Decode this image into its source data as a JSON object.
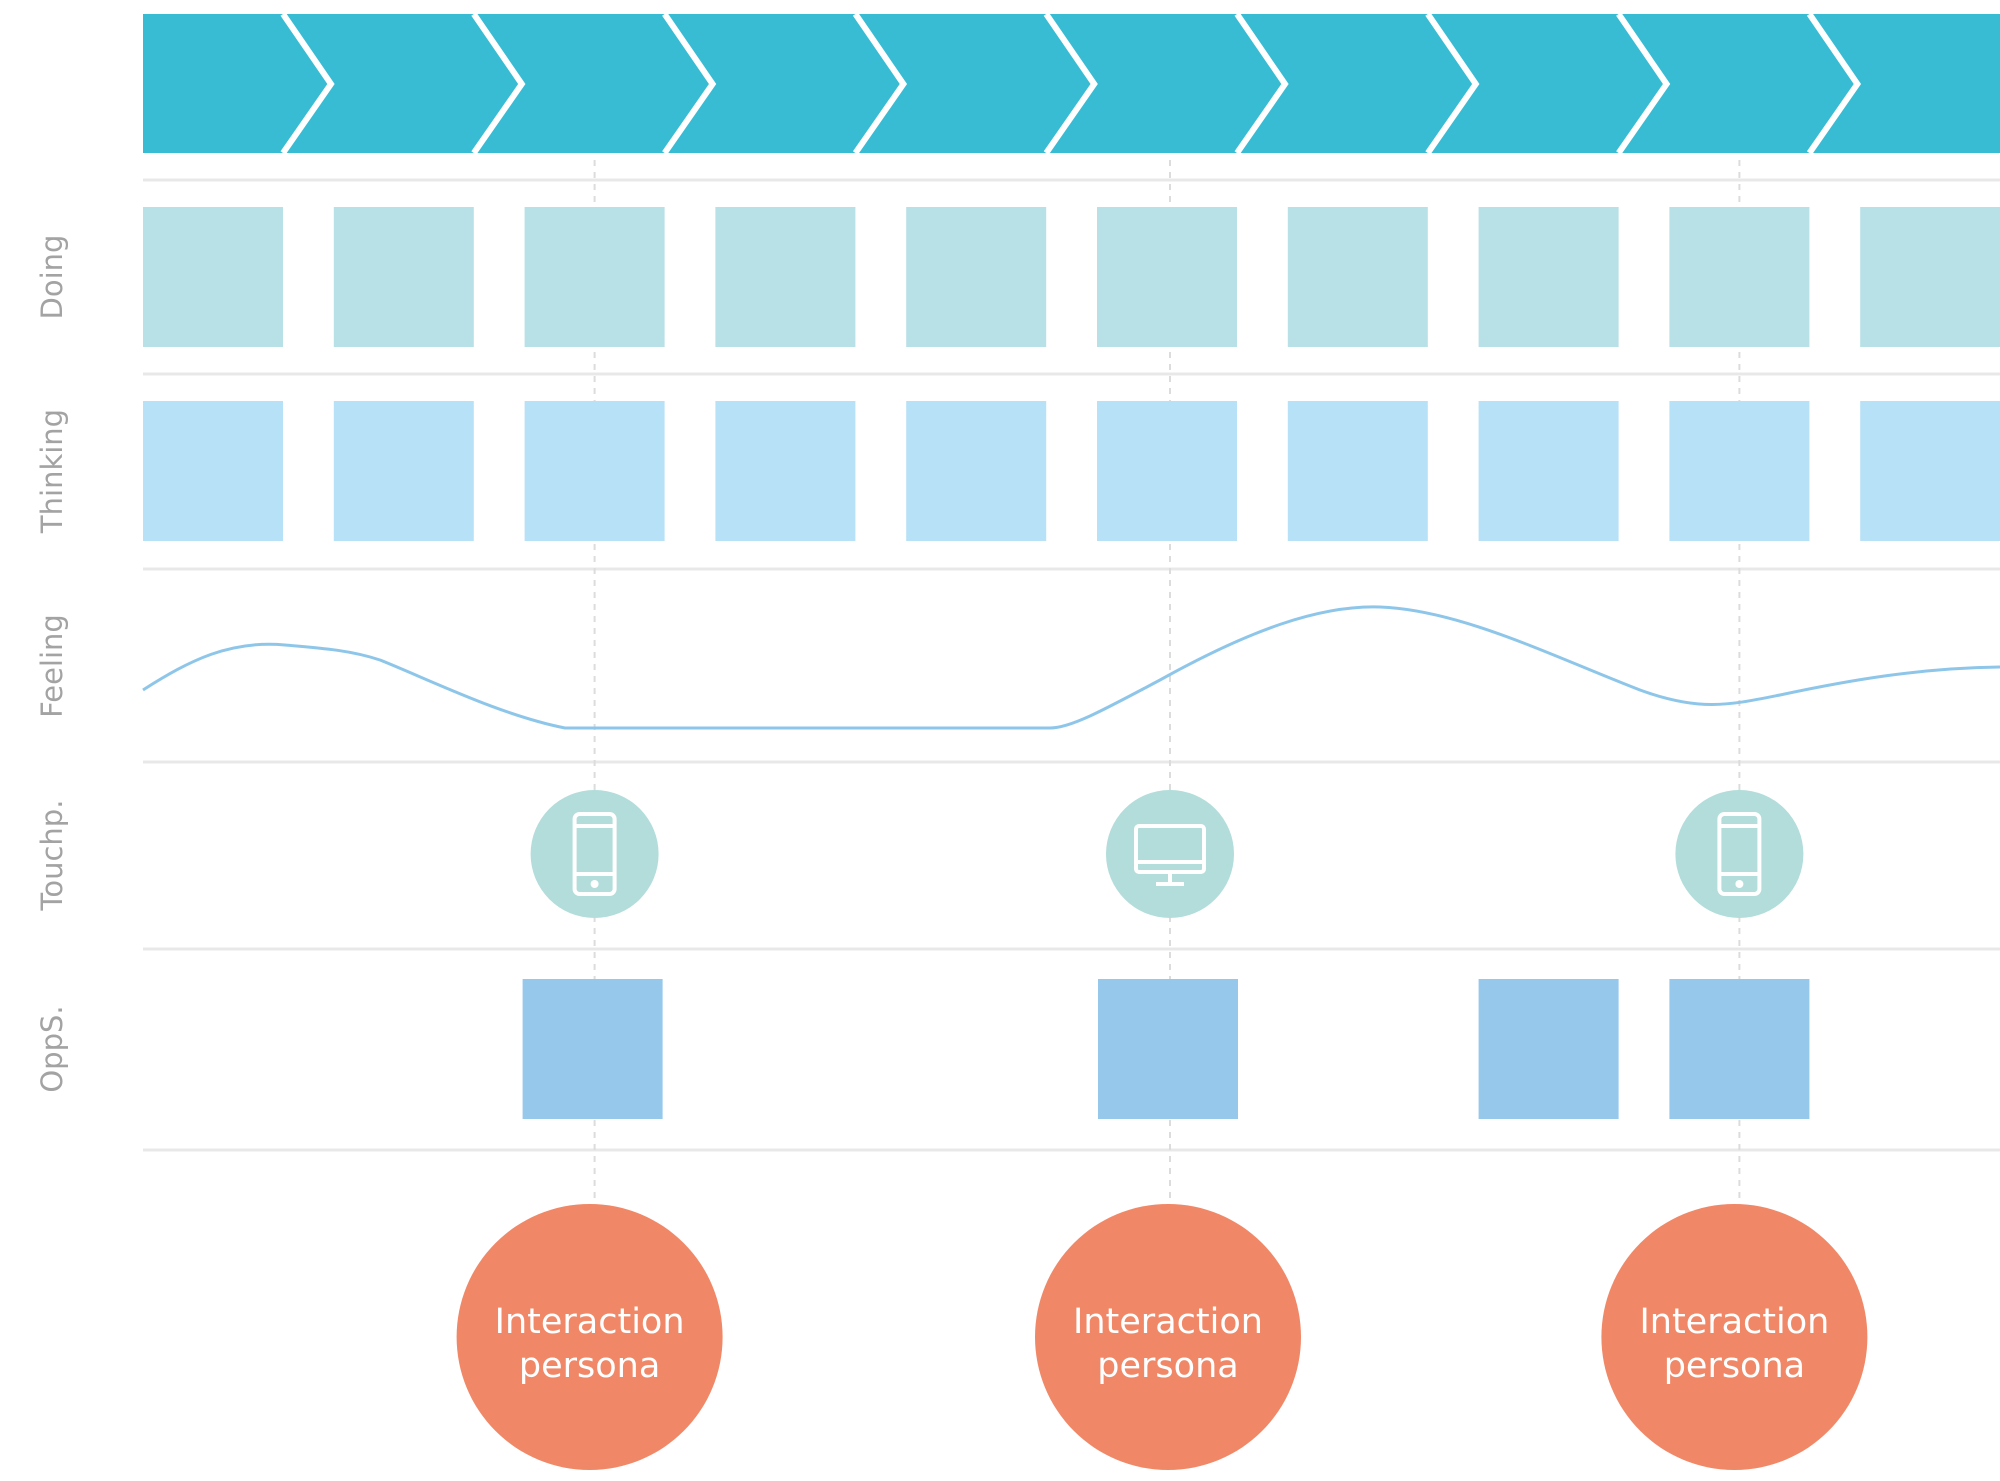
{
  "row_labels": {
    "doing": "Doing",
    "thinking": "Thinking",
    "feeling": "Feeling",
    "touchpoints": "Touchp.",
    "opportunities": "OppS."
  },
  "stages_count": 10,
  "touchpoints": [
    {
      "column": 3,
      "icon": "smartphone-icon"
    },
    {
      "column": 6,
      "icon": "desktop-monitor-icon"
    },
    {
      "column": 9,
      "icon": "smartphone-icon"
    }
  ],
  "opportunity_columns": [
    3,
    6,
    8,
    9
  ],
  "personas": [
    {
      "column": 3,
      "line1": "Interaction",
      "line2": "persona"
    },
    {
      "column": 6,
      "line1": "Interaction",
      "line2": "persona"
    },
    {
      "column": 9,
      "line1": "Interaction",
      "line2": "persona"
    }
  ],
  "colors": {
    "stage_arrow": "#38bcd4",
    "doing_box": "#b8e0e7",
    "thinking_box": "#b7e1f6",
    "feeling_line": "#8ec6ea",
    "touchpoint_circle": "#b2ddda",
    "opportunity_box": "#96c8eb",
    "persona_circle": "#f08868",
    "divider": "#e8e8e8",
    "row_label": "#a3a3a3"
  }
}
